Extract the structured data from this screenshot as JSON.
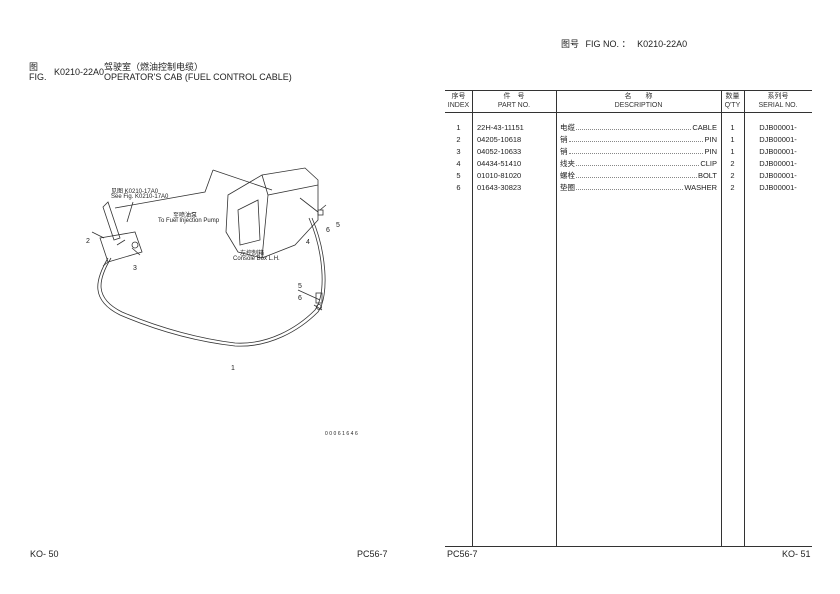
{
  "header_right": {
    "label_cn": "图号",
    "label": "FIG NO. ：",
    "fig_no": "K0210-22A0"
  },
  "header_left": {
    "label_cn": "图",
    "label": "FIG.",
    "fig_no": "K0210-22A0",
    "title_cn": "驾驶室（燃油控制电缆）",
    "title": "OPERATOR'S CAB (FUEL CONTROL CABLE)"
  },
  "diagram": {
    "see_fig_cn": "见图 K0210-17A0",
    "see_fig": "See Fig. K0210-17A0",
    "pump_cn": "至喷油泵",
    "pump": "To Fuel Injection Pump",
    "console_cn": "左控制箱",
    "console": "Console Box L.H.",
    "callouts": [
      "1",
      "2",
      "3",
      "4",
      "5",
      "6",
      "5",
      "6"
    ],
    "illustration_no": "00061646"
  },
  "table": {
    "headers": {
      "index_cn": "序号",
      "index": "INDEX",
      "part_cn": "件　号",
      "part": "PART NO.",
      "desc_cn": "名　　称",
      "desc": "DESCRIPTION",
      "qty_cn": "数量",
      "qty": "Q'TY",
      "serial_cn": "系列号",
      "serial": "SERIAL NO."
    },
    "rows": [
      {
        "index": "1",
        "part": "22H-43-11151",
        "name_cn": "电缆",
        "name": "CABLE",
        "qty": "1",
        "serial": "DJB00001-"
      },
      {
        "index": "2",
        "part": "04205-10618",
        "name_cn": "销",
        "name": "PIN",
        "qty": "1",
        "serial": "DJB00001-"
      },
      {
        "index": "3",
        "part": "04052-10633",
        "name_cn": "销",
        "name": "PIN",
        "qty": "1",
        "serial": "DJB00001-"
      },
      {
        "index": "4",
        "part": "04434-51410",
        "name_cn": "线夹",
        "name": "CLIP",
        "qty": "2",
        "serial": "DJB00001-"
      },
      {
        "index": "5",
        "part": "01010-81020",
        "name_cn": "螺栓",
        "name": "BOLT",
        "qty": "2",
        "serial": "DJB00001-"
      },
      {
        "index": "6",
        "part": "01643-30823",
        "name_cn": "垫圈",
        "name": "WASHER",
        "qty": "2",
        "serial": "DJB00001-"
      }
    ]
  },
  "footer": {
    "left_page": "KO- 50",
    "left_model": "PC56-7",
    "right_model": "PC56-7",
    "right_page": "KO- 51"
  }
}
